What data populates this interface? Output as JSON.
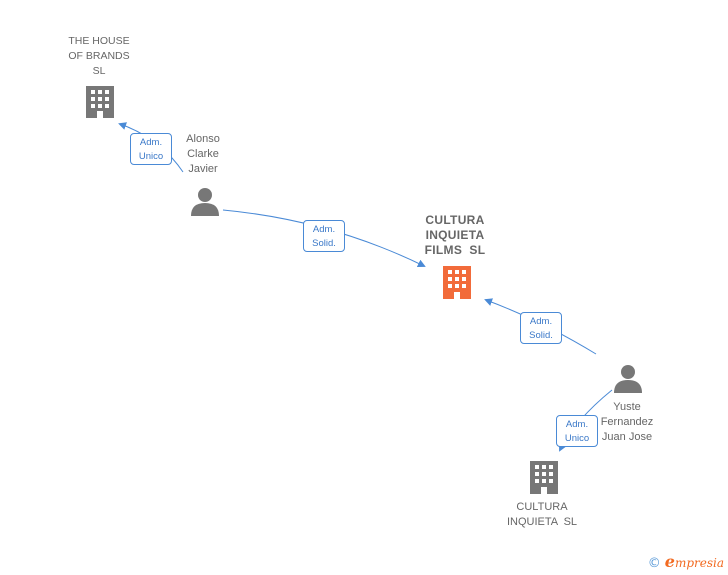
{
  "nodes": {
    "house_of_brands": {
      "label_lines": [
        "THE HOUSE",
        "OF BRANDS",
        "SL"
      ],
      "icon": "building-icon",
      "color": "#777777"
    },
    "alonso": {
      "label_lines": [
        "Alonso",
        "Clarke",
        "Javier"
      ],
      "icon": "person-icon",
      "color": "#777777"
    },
    "cultura_films": {
      "label_lines": [
        "CULTURA",
        "INQUIETA",
        "FILMS  SL"
      ],
      "icon": "building-icon",
      "color": "#f26b3a"
    },
    "yuste": {
      "label_lines": [
        "Yuste",
        "Fernandez",
        "Juan Jose"
      ],
      "icon": "person-icon",
      "color": "#777777"
    },
    "cultura_sl": {
      "label_lines": [
        "CULTURA",
        "INQUIETA  SL"
      ],
      "icon": "building-icon",
      "color": "#777777"
    }
  },
  "edges": [
    {
      "from": "alonso",
      "to": "house_of_brands",
      "label_lines": [
        "Adm.",
        "Unico"
      ]
    },
    {
      "from": "alonso",
      "to": "cultura_films",
      "label_lines": [
        "Adm.",
        "Solid."
      ]
    },
    {
      "from": "yuste",
      "to": "cultura_films",
      "label_lines": [
        "Adm.",
        "Solid."
      ]
    },
    {
      "from": "yuste",
      "to": "cultura_sl",
      "label_lines": [
        "Adm.",
        "Unico"
      ]
    }
  ],
  "colors": {
    "edge": "#4a8ad6",
    "node_gray": "#777777",
    "node_main": "#f26b3a"
  },
  "footer": {
    "copyright_symbol": "©",
    "brand_e": "e",
    "brand_rest": "mpresia"
  }
}
